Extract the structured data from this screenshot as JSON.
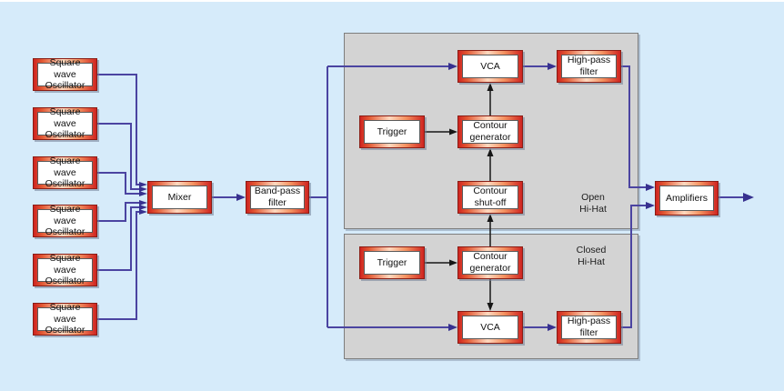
{
  "colors": {
    "background": "#d6ebfa",
    "panel_gray": "#d3d3d3",
    "box_frame_red": "#cf2420",
    "box_frame_highlight": "#ffd9bf",
    "wire_blue": "#4b44a1",
    "wire_black": "#161616",
    "text": "#111111"
  },
  "oscillators": [
    {
      "label": "Square wave\nOscillator"
    },
    {
      "label": "Square wave\nOscillator"
    },
    {
      "label": "Square wave\nOscillator"
    },
    {
      "label": "Square wave\nOscillator"
    },
    {
      "label": "Square wave\nOscillator"
    },
    {
      "label": "Square wave\nOscillator"
    }
  ],
  "mixer": {
    "label": "Mixer"
  },
  "bandpass": {
    "label": "Band-pass\nfilter"
  },
  "open_hihat": {
    "section_label": "Open\nHi-Hat",
    "vca": {
      "label": "VCA"
    },
    "highpass": {
      "label": "High-pass\nfilter"
    },
    "trigger": {
      "label": "Trigger"
    },
    "contour_generator": {
      "label": "Contour\ngenerator"
    },
    "contour_shutoff": {
      "label": "Contour\nshut-off"
    }
  },
  "closed_hihat": {
    "section_label": "Closed\nHi-Hat",
    "trigger": {
      "label": "Trigger"
    },
    "contour_generator": {
      "label": "Contour\ngenerator"
    },
    "vca": {
      "label": "VCA"
    },
    "highpass": {
      "label": "High-pass\nfilter"
    }
  },
  "amplifiers": {
    "label": "Amplifiers"
  }
}
